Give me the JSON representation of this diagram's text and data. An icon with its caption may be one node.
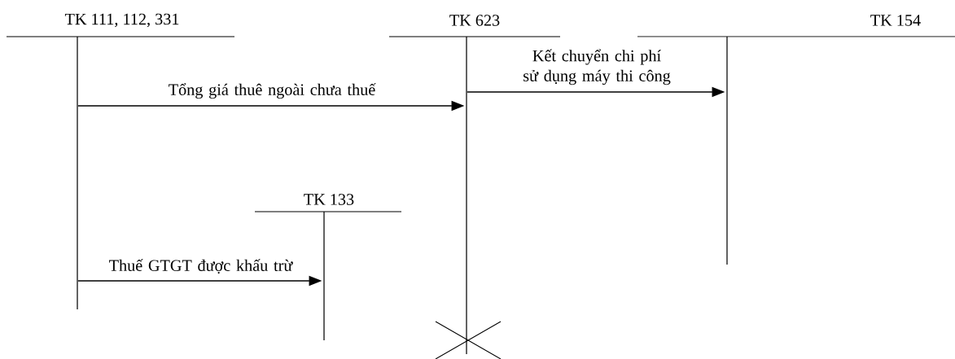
{
  "diagram": {
    "nodes": [
      {
        "text": [
          "TK 111, 112, 331"
        ]
      },
      {
        "text": [
          "TK 623"
        ]
      },
      {
        "text": [
          "TK 154"
        ]
      },
      {
        "text": [
          "TK 133"
        ]
      }
    ],
    "edges": [
      {
        "from": 0,
        "to": 1,
        "arrow": "to",
        "label": "Tổng giá thuê ngoài chưa thuế"
      },
      {
        "from": 1,
        "to": 2,
        "arrow": "to",
        "label": "Kết chuyển chi phí sử dụng máy thi công"
      },
      {
        "from": 0,
        "to": 3,
        "arrow": "to",
        "label": "Thuế GTGT được khấu trừ"
      }
    ]
  }
}
